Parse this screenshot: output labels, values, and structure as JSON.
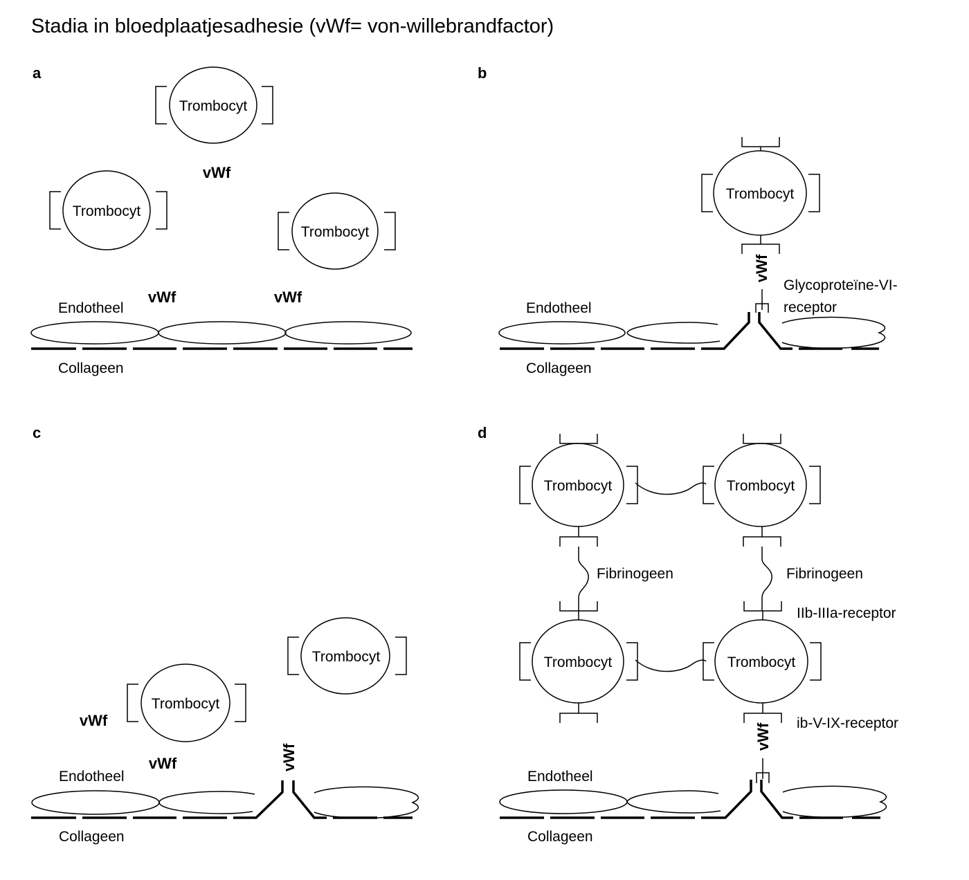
{
  "title": "Stadia in bloedplaatjesadhesie (vWf= von-willebrandfactor)",
  "labels": {
    "platelet": "Trombocyt",
    "vwf": "vWf",
    "endothelium": "Endotheel",
    "collagen": "Collageen",
    "gp6_line1": "Glycoproteïne-VI-",
    "gp6_line2": "receptor",
    "fibrinogen": "Fibrinogeen",
    "iib_iiia": "IIb-IIIa-receptor",
    "ib_v_ix": "ib-V-IX-receptor"
  },
  "panels": [
    {
      "id": "a",
      "letter": "a"
    },
    {
      "id": "b",
      "letter": "b"
    },
    {
      "id": "c",
      "letter": "c"
    },
    {
      "id": "d",
      "letter": "d"
    }
  ]
}
